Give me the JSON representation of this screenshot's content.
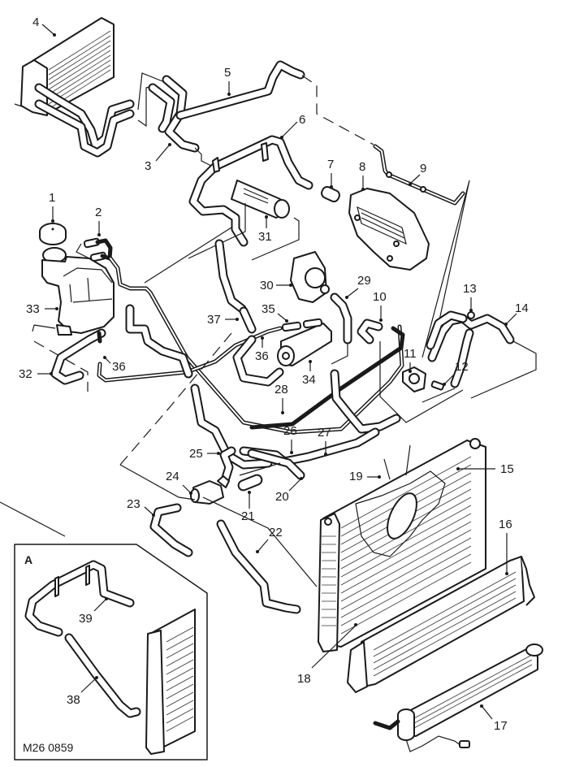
{
  "diagram": {
    "title": "Cooling system exploded view",
    "reference_code": "M26 0859",
    "inset_label": "A",
    "callouts": {
      "c1": "1",
      "c2": "2",
      "c3": "3",
      "c4": "4",
      "c5": "5",
      "c6": "6",
      "c7": "7",
      "c8": "8",
      "c9": "9",
      "c10": "10",
      "c11": "11",
      "c12": "12",
      "c13": "13",
      "c14": "14",
      "c15": "15",
      "c16": "16",
      "c17": "17",
      "c18": "18",
      "c19": "19",
      "c20": "20",
      "c21": "21",
      "c22": "22",
      "c23": "23",
      "c24": "24",
      "c25": "25",
      "c26": "26",
      "c27": "27",
      "c28": "28",
      "c29": "29",
      "c30": "30",
      "c31": "31",
      "c32": "32",
      "c33": "33",
      "c34": "34",
      "c35": "35",
      "c36a": "36",
      "c36b": "36",
      "c37": "37",
      "c38": "38",
      "c39": "39"
    },
    "parts": [
      {
        "id": "1",
        "name": "filler-cap"
      },
      {
        "id": "2",
        "name": "bleed-hose"
      },
      {
        "id": "3",
        "name": "heater-hose"
      },
      {
        "id": "4",
        "name": "heater-matrix"
      },
      {
        "id": "5",
        "name": "heater-return-pipe"
      },
      {
        "id": "6",
        "name": "coolant-rail-pipe"
      },
      {
        "id": "7",
        "name": "connector-hose"
      },
      {
        "id": "8",
        "name": "oil-cooler"
      },
      {
        "id": "9",
        "name": "transfer-pipe"
      },
      {
        "id": "10",
        "name": "return-hose"
      },
      {
        "id": "11",
        "name": "thermostat-housing"
      },
      {
        "id": "12",
        "name": "temperature-sensor"
      },
      {
        "id": "13",
        "name": "bleed-screw"
      },
      {
        "id": "14",
        "name": "top-hose"
      },
      {
        "id": "15",
        "name": "radiator"
      },
      {
        "id": "16",
        "name": "intercooler"
      },
      {
        "id": "17",
        "name": "fuel-cooler"
      },
      {
        "id": "18",
        "name": "radiator-mounting"
      },
      {
        "id": "19",
        "name": "fan-cowl"
      },
      {
        "id": "20",
        "name": "clip"
      },
      {
        "id": "21",
        "name": "hose"
      },
      {
        "id": "22",
        "name": "bottom-hose"
      },
      {
        "id": "23",
        "name": "hose"
      },
      {
        "id": "24",
        "name": "valve"
      },
      {
        "id": "25",
        "name": "hose"
      },
      {
        "id": "26",
        "name": "hose"
      },
      {
        "id": "27",
        "name": "hose"
      },
      {
        "id": "28",
        "name": "bleed-pipe"
      },
      {
        "id": "29",
        "name": "pump-hose"
      },
      {
        "id": "30",
        "name": "water-pump"
      },
      {
        "id": "31",
        "name": "auxiliary-pump"
      },
      {
        "id": "32",
        "name": "expansion-tank-hose"
      },
      {
        "id": "33",
        "name": "expansion-tank"
      },
      {
        "id": "34",
        "name": "heater-unit"
      },
      {
        "id": "35",
        "name": "connector-hoses"
      },
      {
        "id": "36",
        "name": "pipe"
      },
      {
        "id": "37",
        "name": "hose"
      },
      {
        "id": "38",
        "name": "pipe"
      },
      {
        "id": "39",
        "name": "pipe"
      }
    ]
  }
}
